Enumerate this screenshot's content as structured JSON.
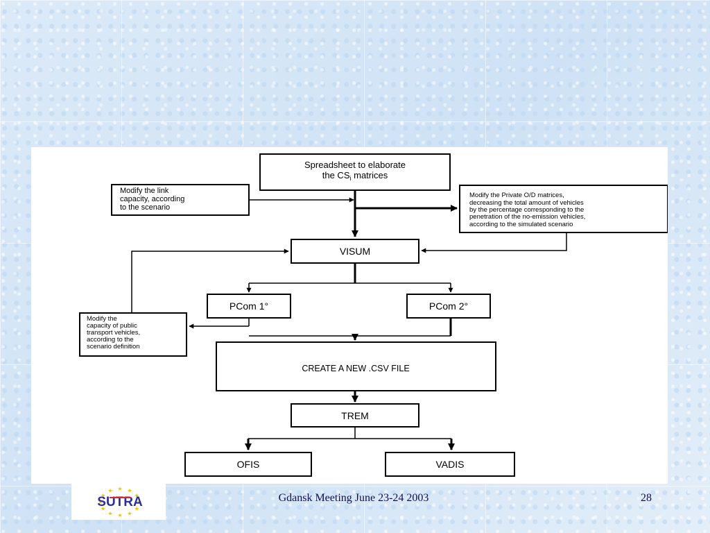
{
  "diagram": {
    "spreadsheet_line1": "Spreadsheet to elaborate",
    "spreadsheet_line2_pre": "the CS",
    "spreadsheet_line2_sub": "i",
    "spreadsheet_line2_post": " matrices",
    "link_capacity": [
      "Modify the link",
      "capacity, according",
      "to the scenario"
    ],
    "private_od": [
      "Modify the Private O/D matrices,",
      "decreasing the total amount of vehicles",
      "by the percentage corresponding to the",
      "penetration of the no-emission vehicles,",
      "according to the simulated scenario"
    ],
    "visum": "VISUM",
    "pcom1": "PCom 1°",
    "pcom2": "PCom 2°",
    "public_transport": [
      "Modify the",
      "capacity of public",
      "transport vehicles,",
      "according to the",
      "scenario definition"
    ],
    "csv": "CREATE A NEW .CSV FILE",
    "trem": "TREM",
    "ofis": "OFIS",
    "vadis": "VADIS"
  },
  "logo": {
    "text": "SUTRA",
    "star_color": "#f2c200",
    "text_color": "#2b2f9a",
    "accent_color": "#d8262c"
  },
  "footer": {
    "text": "Gdansk Meeting June 23-24 2003",
    "page": "28"
  }
}
